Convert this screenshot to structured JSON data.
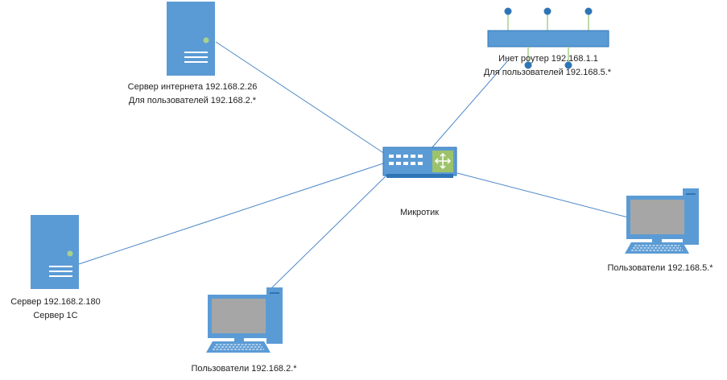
{
  "colors": {
    "device": "#5b9bd5",
    "device_dark": "#2e75b6",
    "link": "#4e88c8",
    "screen": "#a6a6a6",
    "led": "#a9d18e",
    "switch_icon_bg": "#9dc36a"
  },
  "nodes": {
    "internet_server": {
      "icon": "server-icon",
      "line1": "Сервер интернета 192.168.2.26",
      "line2": "Для пользователей 192.168.2.*"
    },
    "router": {
      "icon": "router-icon",
      "line1": "Инет роутер 192.168.1.1",
      "line2": "Для пользователей 192.168.5.*"
    },
    "mikrotik": {
      "icon": "switch-icon",
      "label": "Микротик"
    },
    "server_1c": {
      "icon": "server-icon",
      "line1": "Сервер 192.168.2.180",
      "line2": "Сервер 1С"
    },
    "users_2": {
      "icon": "workstation-icon",
      "label": "Пользователи 192.168.2.*"
    },
    "users_5": {
      "icon": "workstation-icon",
      "label": "Пользователи 192.168.5.*"
    }
  }
}
